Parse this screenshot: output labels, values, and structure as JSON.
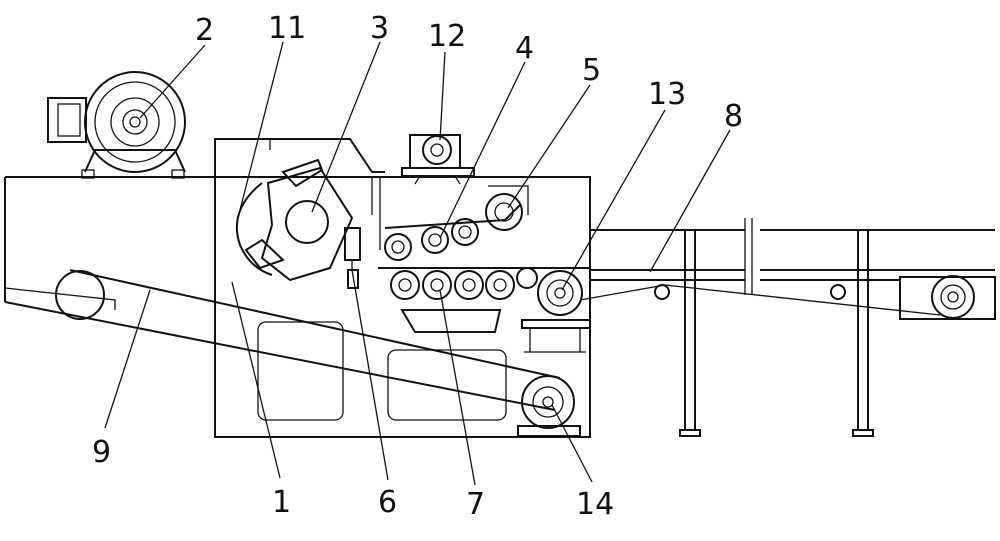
{
  "labels": {
    "l1": "1",
    "l2": "2",
    "l3": "3",
    "l4": "4",
    "l5": "5",
    "l6": "6",
    "l7": "7",
    "l8": "8",
    "l9": "9",
    "l11": "11",
    "l12": "12",
    "l13": "13",
    "l14": "14"
  },
  "colors": {
    "ink": "#111111",
    "background": "#ffffff"
  }
}
